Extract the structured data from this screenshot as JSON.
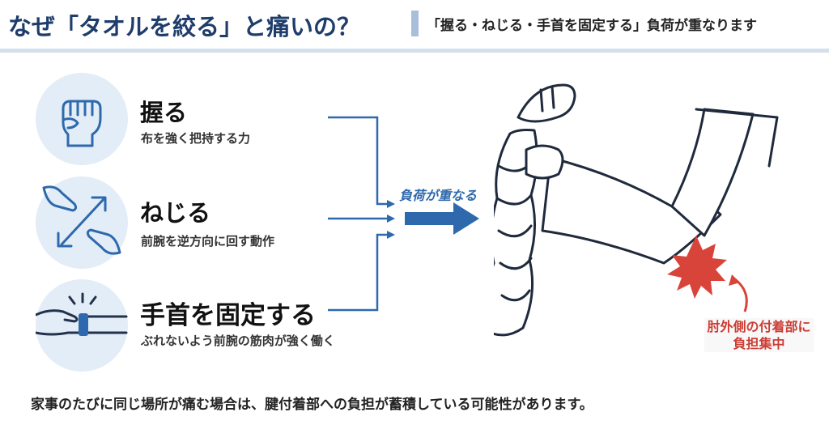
{
  "header": {
    "title": "なぜ「タオルを絞る」と痛いの？",
    "subtitle": "「握る・ねじる・手首を固定する」負荷が重なります"
  },
  "steps": [
    {
      "title": "握る",
      "desc": "布を強く把持する力",
      "icon": "fist-icon"
    },
    {
      "title": "ねじる",
      "desc": "前腕を逆方向に回す動作",
      "icon": "twist-arrows-icon"
    },
    {
      "title": "手首を固定する",
      "desc": "ぶれないよう前腕の筋肉が強く働く",
      "icon": "wrist-fixed-icon"
    }
  ],
  "merge_label": "負荷が重なる",
  "illustration": {
    "pain_label_line1": "肘外側の付着部に",
    "pain_label_line2": "負担集中"
  },
  "footer": {
    "note": "家事のたびに同じ場所が痛む場合は、腱付着部への負担が蓄積している可能性があります。"
  },
  "colors": {
    "title": "#1e3d6b",
    "accent_blue": "#2e69ad",
    "icon_circle": "#e3edf7",
    "pain_red": "#cc3d34",
    "line_ink": "#23324a"
  }
}
